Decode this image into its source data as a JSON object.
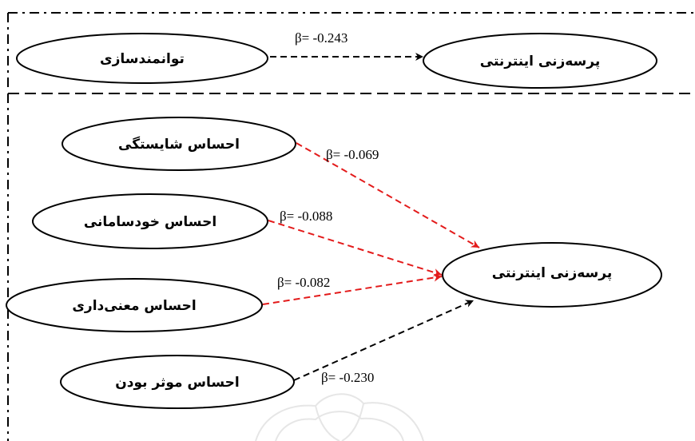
{
  "colors": {
    "red_edge": "#e31b1b",
    "black_edge": "#000000"
  },
  "top_panel": {
    "source": "توانمندسازی",
    "target": "پرسه‌زنی اینترنتی",
    "beta": "β= -0.243"
  },
  "bottom_panel": {
    "sources": [
      {
        "label": "احساس شایستگی",
        "beta": "β= -0.069",
        "edge_color": "red"
      },
      {
        "label": "احساس خودسامانی",
        "beta": "β= -0.088",
        "edge_color": "red"
      },
      {
        "label": "احساس معنی‌داری",
        "beta": "β= -0.082",
        "edge_color": "red"
      },
      {
        "label": "احساس موثر بودن",
        "beta": "β= -0.230",
        "edge_color": "black"
      }
    ],
    "target": "پرسه‌زنی اینترنتی"
  }
}
